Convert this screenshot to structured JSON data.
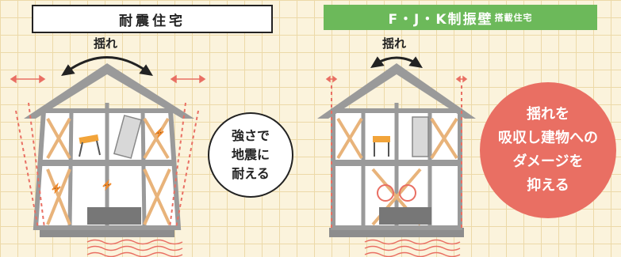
{
  "left": {
    "title": "耐震住宅",
    "shake_label": "揺れ",
    "bubble": [
      "強さで",
      "地震に",
      "耐える"
    ]
  },
  "right": {
    "title_main": "F・J・K制振壁",
    "title_small": "搭載住宅",
    "shake_label": "揺れ",
    "bubble": [
      "揺れを",
      "吸収し建物への",
      "ダメージを",
      "抑える"
    ]
  },
  "colors": {
    "background": "#fbf3dc",
    "grid": "#ecd9a8",
    "accent_green": "#6cb95a",
    "accent_red": "#e96f63",
    "house_frame": "#9a9a9a",
    "wall_fill": "#ffffff",
    "brace": "#e8b37a"
  }
}
